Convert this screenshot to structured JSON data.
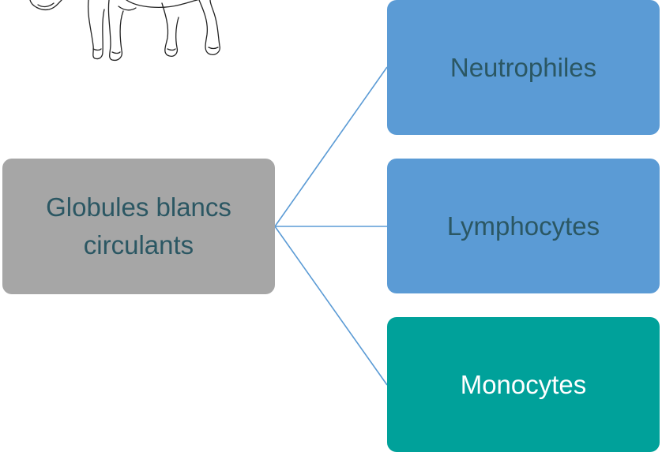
{
  "diagram": {
    "root": {
      "label": "Globules blancs circulants",
      "color": "#a6a6a6",
      "text_color": "#2b5763"
    },
    "children": [
      {
        "label": "Neutrophiles",
        "color": "#5b9bd5",
        "text_color": "#2b5763"
      },
      {
        "label": "Lymphocytes",
        "color": "#5b9bd5",
        "text_color": "#2b5763"
      },
      {
        "label": "Monocytes",
        "color": "#00a19a",
        "text_color": "#ffffff"
      }
    ],
    "connector_color": "#5b9bd5",
    "decoration_icon": "animal-line-drawing-icon"
  }
}
